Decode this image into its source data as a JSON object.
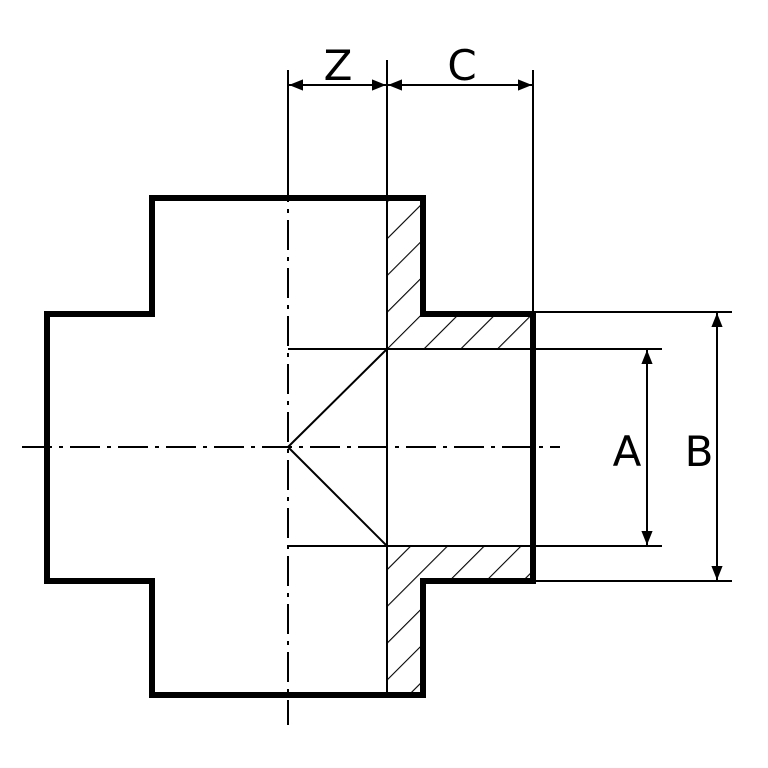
{
  "diagram": {
    "labels": {
      "z": "Z",
      "c": "C",
      "a": "A",
      "b": "B"
    },
    "colors": {
      "stroke": "#000000",
      "background": "#ffffff"
    }
  }
}
